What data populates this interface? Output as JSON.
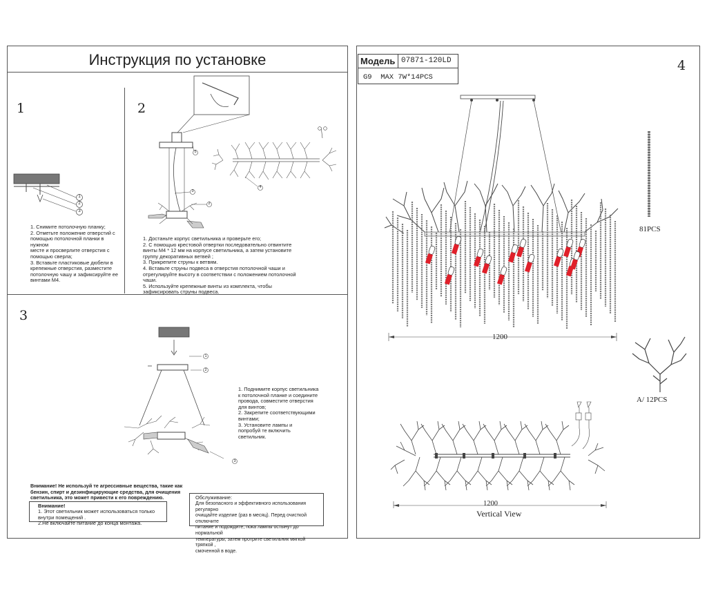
{
  "left_page": {
    "title": "Инструкция по установке",
    "step1": {
      "number": "1",
      "callouts": [
        "1",
        "2",
        "3"
      ],
      "text": "1. Снимите потолочную планку;\n2. Отметьте положение отверстий с\nпомощью потолочной планки в нужном\nместе и просверлите отверстия с\nпомощью сверла;\n3. Вставьте пластиковые дюбели в\nкрепежные отверстия, разместите\nпотолочную чашу и зафиксируйте ее\nвинтами M4."
    },
    "step2": {
      "number": "2",
      "callouts": [
        "5",
        "3",
        "2",
        "4"
      ],
      "text": "1. Достаньте корпус светильника и проверьте его;\n2. С помощью крестовой отвертки последовательно отвинтите\nвинты M4 * 12 мм на корпусе светильника, а затем установите\nгруппу декоративных ветвей ;\n3. Прикрепите струны к ветвям.\n4. Вставьте струны подвеса в отверстия потолочной чаши и\nотрегулируйте высоту в соответствии с положением потолочной\nчаши.\n5. Используйте крепежные винты из комплекта, чтобы\nзафиксировать струны подвеса."
    },
    "step3": {
      "number": "3",
      "callouts": [
        "1",
        "2",
        "3"
      ],
      "text": "1. Поднимите корпус светильника\nк потолочной планке и соедините\nпровода, совместите отверстия\nдля винтов;\n2. Закрепите соответствующими\nвинтами;\n3. Установите лампы и\nпопробуй те включить\nсветильник."
    },
    "warning": "Внимание! Не используй те агрессивные вещества, такие как\nбензин, спирт и дезинфицирующие средства, для очищения\nсветильника, это может привести к его повреждению.",
    "warning_box": {
      "title": "Внимание!",
      "text": "1. Этот светильник может использоваться только\nвнутри помещений .\n2.Не включайте питание до конца монтажа."
    },
    "service_box": {
      "title": "Обслуживание:",
      "text": "Для безопасного и эффективного использования регулярно\nочищайте изделие (раз в месяц). Перед очисткой отключите\nпитание и подождите, пока лампы остынут до нормальной\nтемпературы, затем протрите светильник мягкой тряпкой ,\nсмоченной в воде."
    }
  },
  "right_page": {
    "page_number": "4",
    "model_label": "Модель",
    "model_value": "07871-120LD",
    "lamp_spec": "G9  MAX 7W*14PCS",
    "width_dimension": "1200",
    "crystal_count": "81PCS",
    "branch_count": "A/ 12PCS",
    "vertical_width": "1200",
    "vertical_view_label": "Vertical View"
  },
  "colors": {
    "line": "#444444",
    "lamp_red": "#e0202a",
    "border": "#555555"
  }
}
